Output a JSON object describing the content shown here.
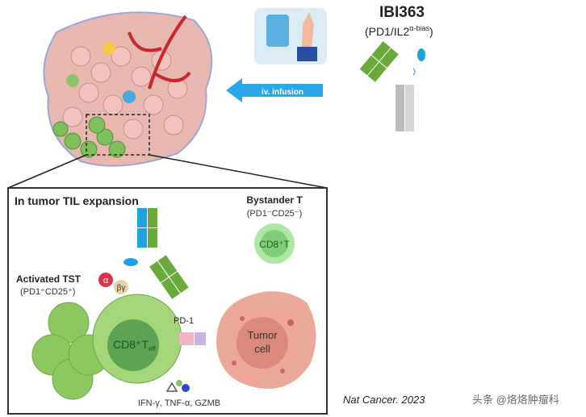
{
  "drug": {
    "name": "IBI363",
    "target_main": "(PD1/IL2",
    "target_sup": "α-bias",
    "target_close": ")"
  },
  "infusion_label": "iv. infusion",
  "panel": {
    "title": "In tumor TIL expansion",
    "bystander": {
      "title": "Bystander T",
      "markers": "(PD1⁻CD25⁻)",
      "cell_label": "CD8⁺T"
    },
    "activated": {
      "title": "Activated TST",
      "markers": "(PD1⁺CD25⁺)",
      "cell_label": "CD8⁺T",
      "cell_sub": "eff"
    },
    "receptor_alpha": "α",
    "receptor_betagamma": "βγ",
    "pd1_label": "PD-1",
    "tumor_label_1": "Tumor",
    "tumor_label_2": "cell",
    "cytokines": "IFN-γ, TNF-α, GZMB"
  },
  "citation": "Nat Cancer. 2023",
  "watermark": "头条 @烙烙肿瘤科",
  "colors": {
    "green": "#6aaa3a",
    "blue": "#1aa3e0",
    "tumor": "#e9a493",
    "arrow": "#29a8e8"
  }
}
